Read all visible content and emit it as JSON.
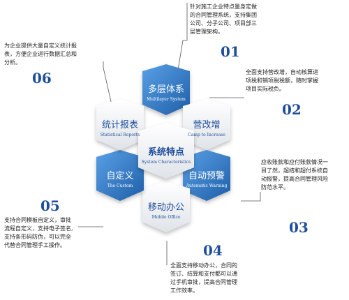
{
  "center": {
    "title": "系统特点",
    "subtitle": "System Characteristics"
  },
  "features": [
    {
      "num": "01",
      "title": "多层体系",
      "subtitle": "Multilayer System",
      "desc": [
        "针对施工企业特点量身定做",
        "的合同管理系统，支持集团",
        "公司、分子公司、项目部三",
        "层管理架构。"
      ]
    },
    {
      "num": "02",
      "title": "营改增",
      "subtitle": "Camp to Increase",
      "desc": [
        "全面支持营改增，自动核算进",
        "项税和销项税税额，随时掌握",
        "项目实际税负。"
      ]
    },
    {
      "num": "03",
      "title": "自动预警",
      "subtitle": "Automatic Warning",
      "desc": [
        "应收账款和应付账款情况一",
        "目了然，超结和超付系统自",
        "动报警，提高合同管理风险",
        "防范水平。"
      ]
    },
    {
      "num": "04",
      "title": "移动办公",
      "subtitle": "Mobile Office",
      "desc": [
        "全面支持移动办公，合同的",
        "签订、结算和支付都可以通",
        "过手机审批，提高合同管理",
        "工作效率。"
      ]
    },
    {
      "num": "05",
      "title": "自定义",
      "subtitle": "The Custom",
      "desc": [
        "支持合同模板自定义，审批",
        "流程自定义，支持电子签名,",
        "支持条形码防伪，可以完全",
        "代替合同管理手工操作。"
      ]
    },
    {
      "num": "06",
      "title": "统计报表",
      "subtitle": "Statistical Reports",
      "desc": [
        "为企业提供大量自定义统计报",
        "表，方便企业进行数据汇总和",
        "分析。"
      ]
    }
  ],
  "colors": {
    "blue": "#2f6fb8",
    "blue_light": "#4a90d9",
    "grey": "#eef0f3",
    "accent": "#1f4e9c"
  }
}
